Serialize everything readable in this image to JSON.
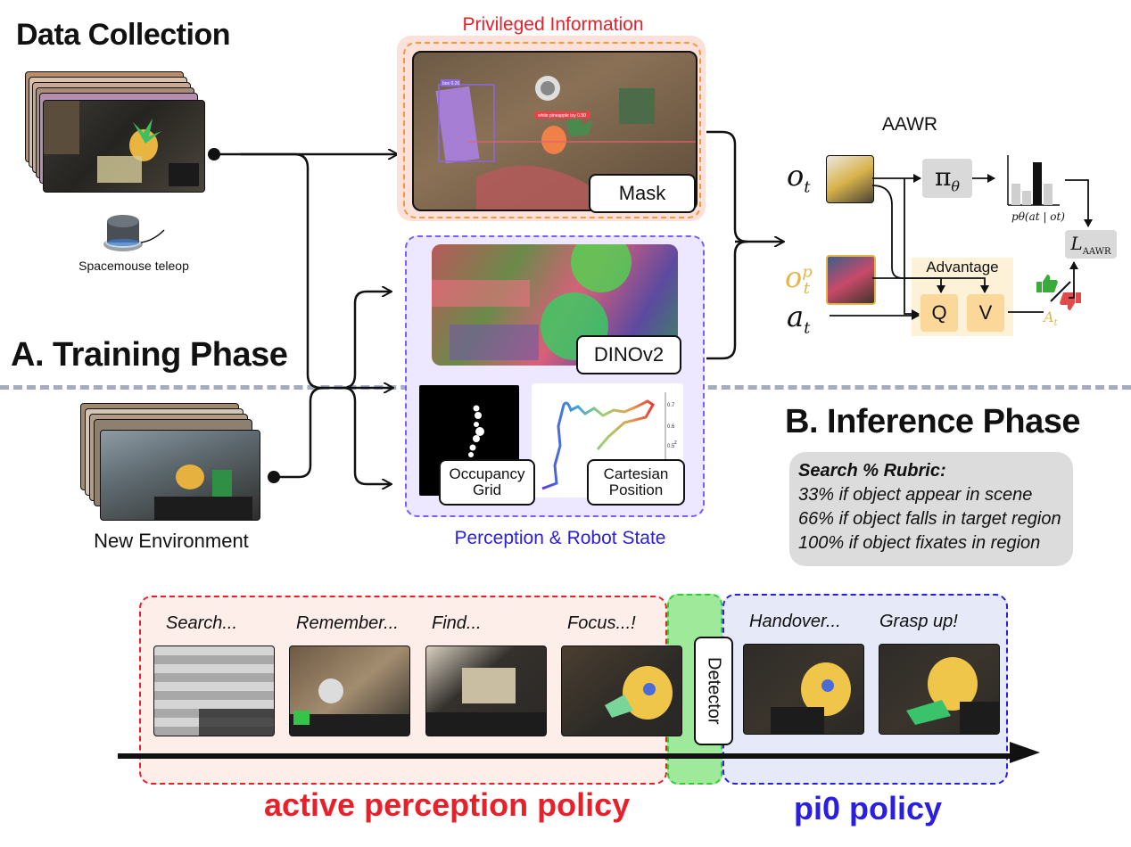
{
  "headings": {
    "data_collection": "Data Collection",
    "training_phase": "A. Training Phase",
    "inference_phase": "B. Inference Phase",
    "privileged_information": "Privileged Information",
    "perception_robot_state": "Perception & Robot State",
    "aawr": "AAWR"
  },
  "labels": {
    "spacemouse": "Spacemouse teleop",
    "new_environment": "New Environment",
    "mask": "Mask",
    "dinov2": "DINOv2",
    "occupancy_grid": "Occupancy Grid",
    "cartesian_position": "Cartesian Position",
    "advantage": "Advantage",
    "q": "Q",
    "v": "V",
    "detector": "Detector",
    "mask_box_label_1": "box 0.26",
    "mask_box_label_2": "white pineapple toy 0.50"
  },
  "math": {
    "o_t": "o",
    "o_t_sub": "t",
    "o_t_p": "o",
    "o_t_p_sup": "p",
    "o_t_p_sub": "t",
    "a_t": "a",
    "a_t_sub": "t",
    "pi_theta": "π",
    "pi_theta_sub": "θ",
    "p_theta": "pθ(at | ot)",
    "loss": "L",
    "loss_sub": "AAWR",
    "advantage_symbol": "A",
    "advantage_symbol_sub": "t"
  },
  "rubric": {
    "title": "Search % Rubric:",
    "lines": [
      "33% if object appear in scene",
      "66% if object falls in target region",
      "100% if object fixates in region"
    ]
  },
  "timeline": {
    "steps": [
      "Search...",
      "Remember...",
      "Find...",
      "Focus...!",
      "Handover...",
      "Grasp up!"
    ],
    "active_policy": "active perception policy",
    "pi0_policy": "pi0 policy"
  },
  "colors": {
    "red": "#e8202a",
    "blue": "#2a1ee0",
    "purple": "#7a5cff",
    "orange": "#f29a3a",
    "green": "#33cc33",
    "gold": "#e3b64b",
    "gray_divider": "#a4acbd"
  }
}
